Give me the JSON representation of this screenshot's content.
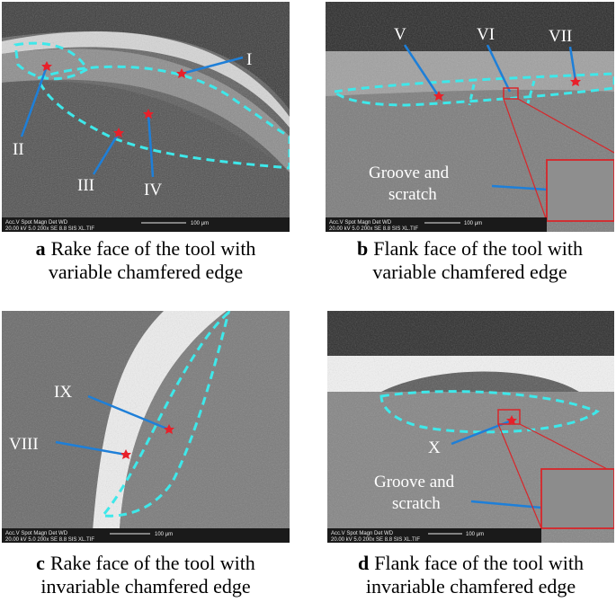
{
  "figure": {
    "panels": [
      {
        "id": "a",
        "caption_letter": "a",
        "caption_line1": "Rake face of the tool with",
        "caption_line2": "variable chamfered edge",
        "markers": [
          "I",
          "II",
          "III",
          "IV"
        ],
        "scale_bar": "100 μm",
        "info_header": "Acc.V   Spot  Magn  Det  WD",
        "info_values": "20.00 kV 5.0   200x  SE   8.8      SIS XL.TIF"
      },
      {
        "id": "b",
        "caption_letter": "b",
        "caption_line1": "Flank face of the tool with",
        "caption_line2": "variable chamfered edge",
        "markers": [
          "V",
          "VI",
          "VII"
        ],
        "annotation_line1": "Groove and",
        "annotation_line2": "scratch",
        "scale_bar": "100 μm",
        "info_header": "Acc.V   Spot  Magn  Det  WD",
        "info_values": "20.00 kV 5.0   200x  SE   8.8      SIS XL.TIF"
      },
      {
        "id": "c",
        "caption_letter": "c",
        "caption_line1": "Rake face of the tool with",
        "caption_line2": "invariable chamfered edge",
        "markers": [
          "IX",
          "VIII"
        ],
        "scale_bar": "100 μm",
        "info_header": "Acc.V   Spot  Magn  Det  WD",
        "info_values": "20.00 kV 5.0   200x  SE   8.8      SIS XL.TIF"
      },
      {
        "id": "d",
        "caption_letter": "d",
        "caption_line1": "Flank face of the tool with",
        "caption_line2": "invariable chamfered edge",
        "markers": [
          "X"
        ],
        "annotation_line1": "Groove and",
        "annotation_line2": "scratch",
        "scale_bar": "100 μm",
        "info_header": "Acc.V   Spot  Magn  Det  WD",
        "info_values": "20.00 kV 5.0   200x  SE   8.8      SIS XL.TIF"
      }
    ],
    "colors": {
      "boundary_dash": "#3ee8ea",
      "marker": "#e8202a",
      "leader_line": "#1e7fd8",
      "inset_frame": "#d8262a"
    }
  }
}
